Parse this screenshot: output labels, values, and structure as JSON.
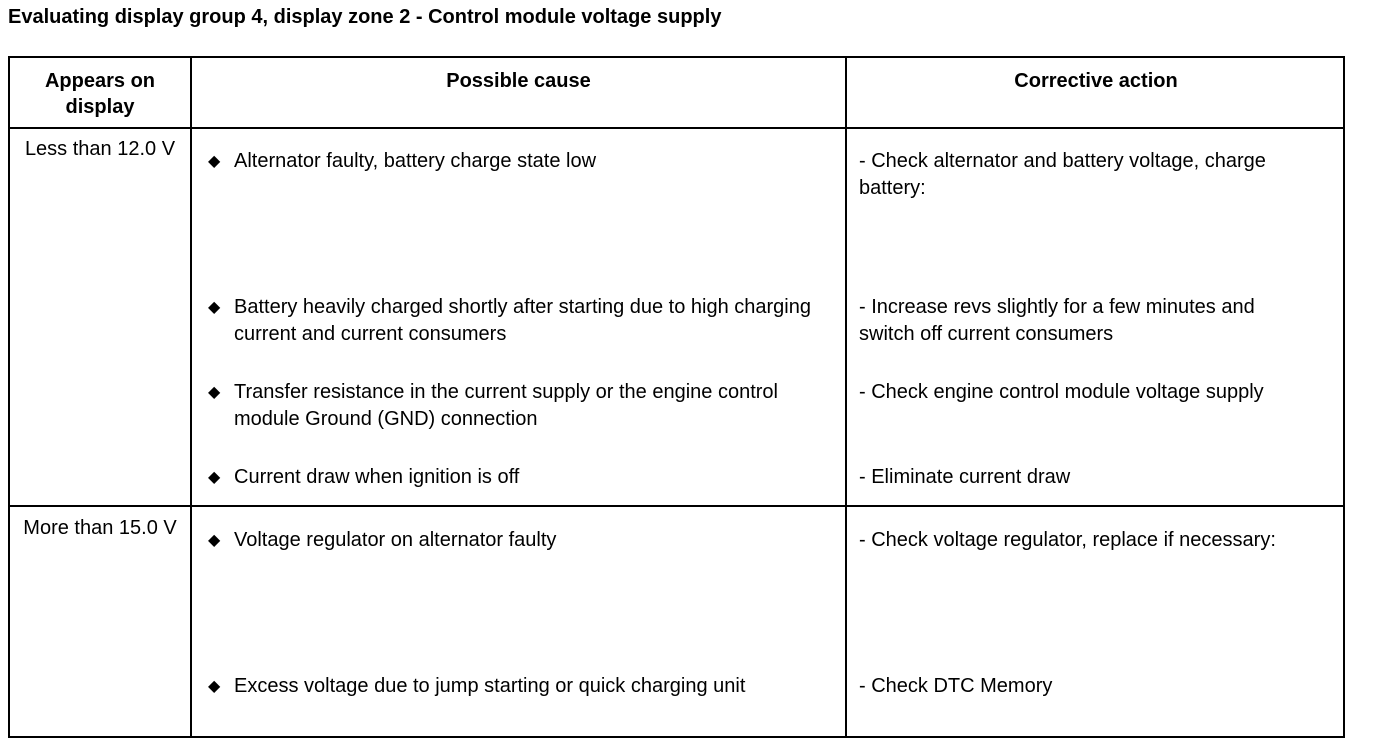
{
  "title": "Evaluating display group 4, display zone 2 - Control module voltage supply",
  "headers": {
    "appears": "Appears on display",
    "cause": "Possible cause",
    "action": "Corrective action"
  },
  "bullet_glyph": "◆",
  "rows": [
    {
      "appears": "Less than 12.0 V",
      "items": [
        {
          "cause": "Alternator faulty, battery charge state low",
          "action": "- Check alternator and battery voltage, charge battery:"
        },
        {
          "cause": "Battery heavily charged shortly after starting due to high charging current and current consumers",
          "action": "- Increase revs slightly for a few minutes and switch off current consumers"
        },
        {
          "cause": "Transfer resistance in the current supply or the engine control module Ground (GND) connection",
          "action": "- Check engine control module voltage supply"
        },
        {
          "cause": "Current draw when ignition is off",
          "action": "- Eliminate current draw"
        }
      ]
    },
    {
      "appears": "More than 15.0 V",
      "items": [
        {
          "cause": "Voltage regulator on alternator faulty",
          "action": "- Check voltage regulator, replace if necessary:"
        },
        {
          "cause": "Excess voltage due to jump starting or quick charging unit",
          "action": "- Check DTC Memory"
        }
      ]
    }
  ]
}
